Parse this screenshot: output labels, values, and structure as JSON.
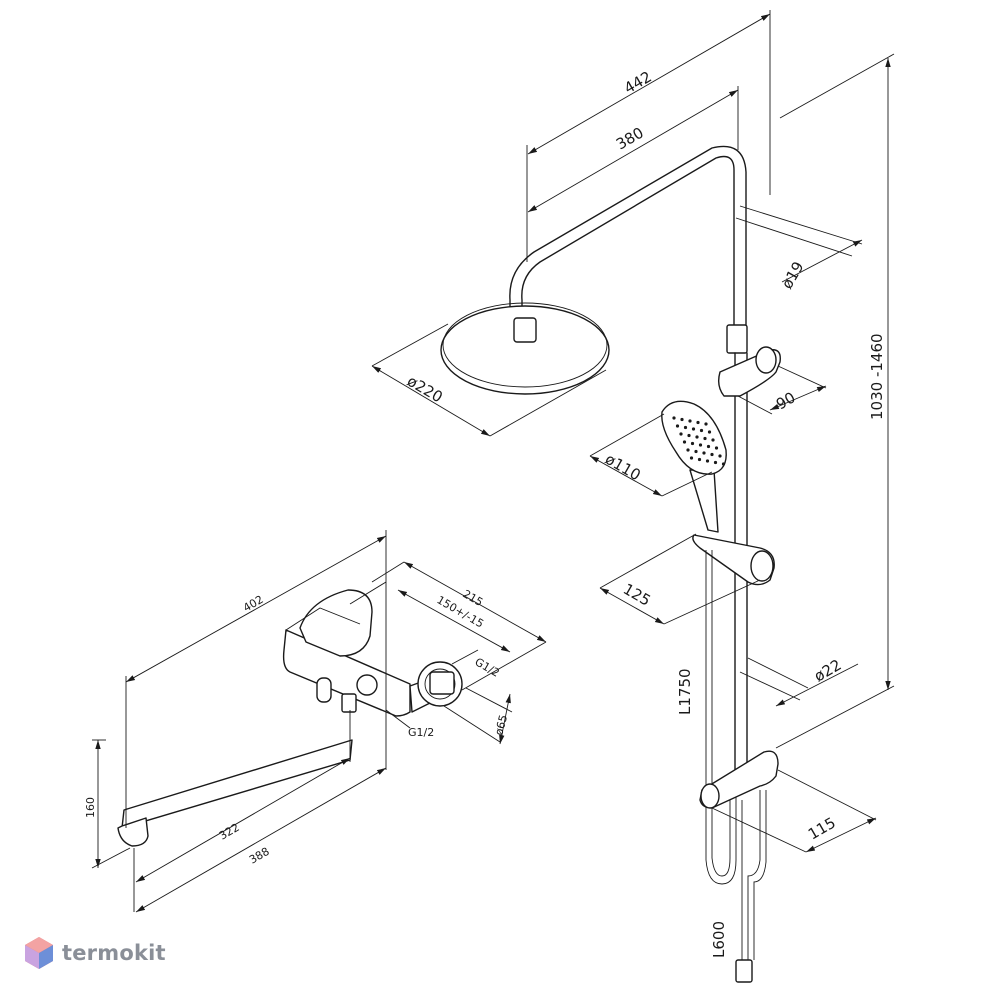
{
  "brand": {
    "name": "termokit",
    "icon": "hexagon-cube-icon"
  },
  "dimensions": {
    "d442": "442",
    "d380": "380",
    "d19": "ø19",
    "d220": "ø220",
    "d90": "90",
    "d110": "ø110",
    "d1030": "1030 -1460",
    "d125": "125",
    "d22": "ø22",
    "d1750": "L1750",
    "d115": "115",
    "d600": "L600",
    "d402": "402",
    "d215": "215",
    "d150": "150+/-15",
    "dG12a": "G1/2",
    "dG12b": "G1/2",
    "d65": "ø65",
    "d160": "160",
    "d322": "322",
    "d388": "388"
  }
}
